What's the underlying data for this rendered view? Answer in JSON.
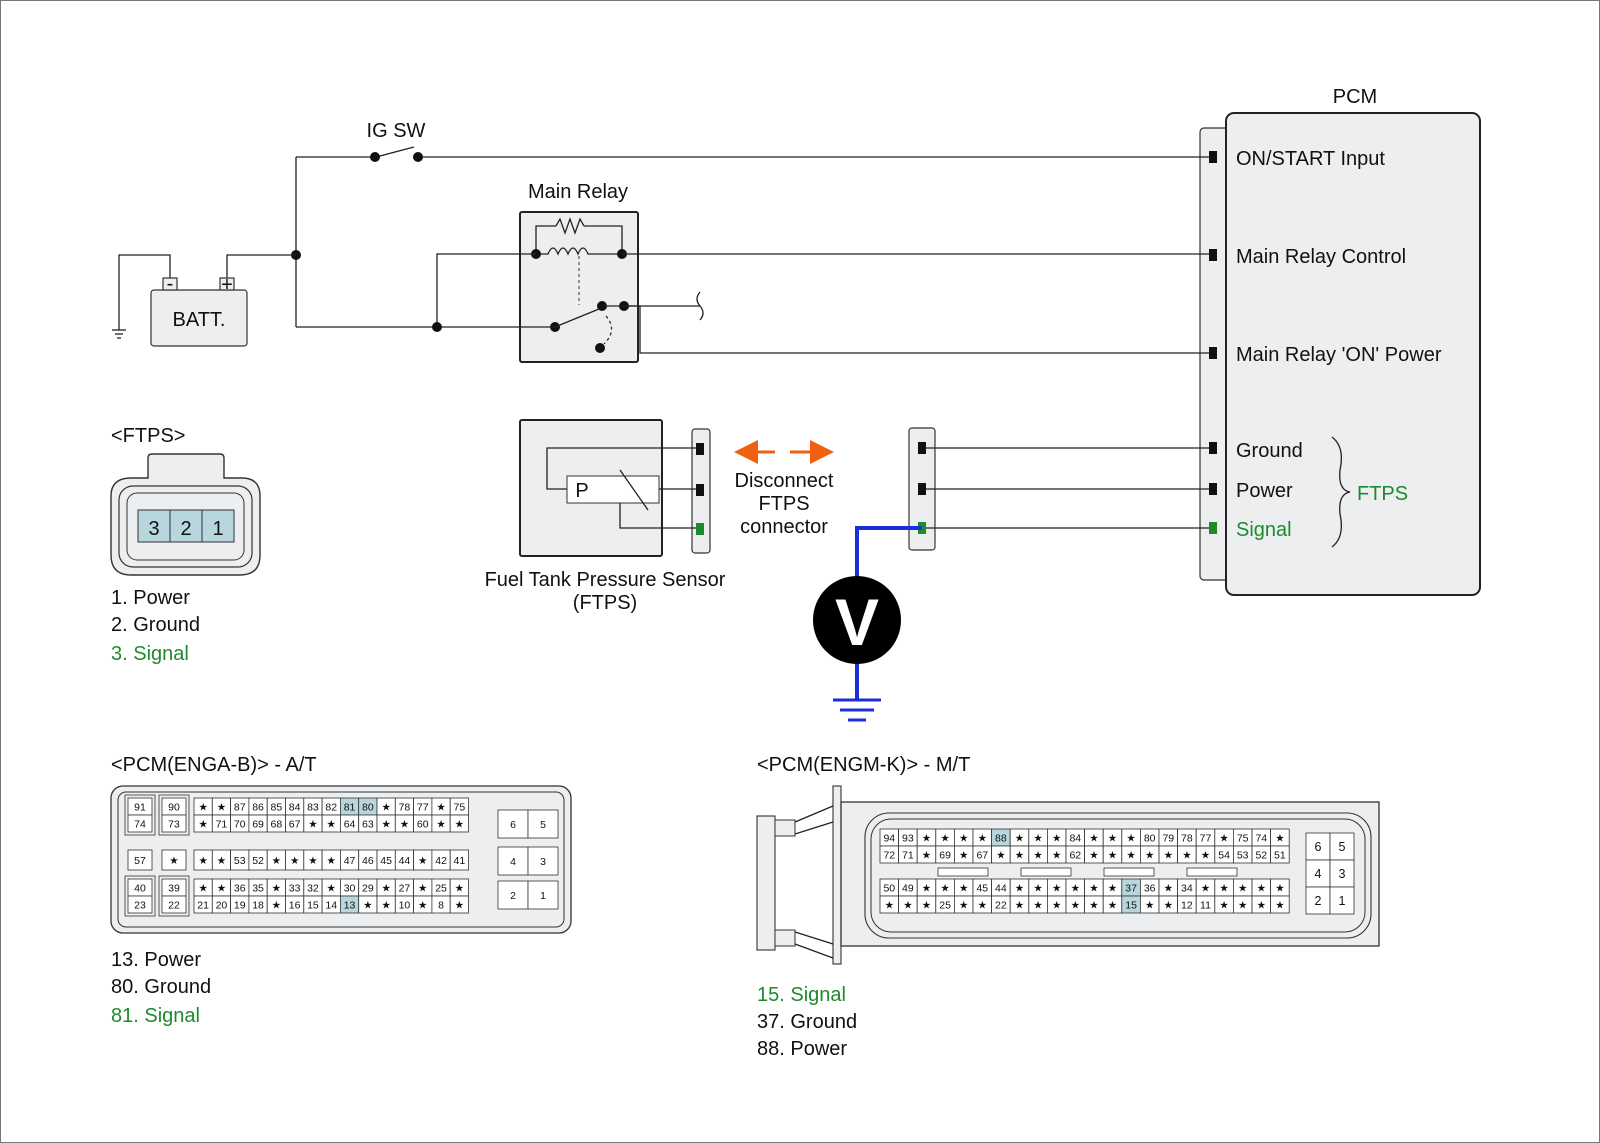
{
  "colors": {
    "signal_green": "#1e8a2e",
    "voltmeter_wire_blue": "#1a2fd6",
    "disconnect_arrow_orange": "#f06010",
    "pin_highlight": "#b8d6de",
    "component_fill": "#eceef0"
  },
  "pcm": {
    "title": "PCM",
    "pins": {
      "on_start": "ON/START Input",
      "main_relay_control": "Main Relay Control",
      "main_relay_on_power": "Main Relay 'ON' Power",
      "ground": "Ground",
      "power": "Power",
      "signal": "Signal"
    },
    "ftps_group": "FTPS"
  },
  "circuit": {
    "ig_sw": "IG SW",
    "main_relay": "Main Relay",
    "batt": "BATT.",
    "batt_minus": "-",
    "batt_plus": "+",
    "disconnect": [
      "Disconnect",
      "FTPS",
      "connector"
    ],
    "sensor_letter": "P",
    "sensor_name": [
      "Fuel Tank Pressure Sensor",
      "(FTPS)"
    ],
    "voltmeter": "V"
  },
  "ftps_connector": {
    "title": "<FTPS>",
    "pins": [
      "3",
      "2",
      "1"
    ],
    "legend": [
      "1. Power",
      "2. Ground",
      "3. Signal"
    ]
  },
  "pcm_at": {
    "title": "<PCM(ENGA-B)> - A/T",
    "blocks": [
      {
        "rows": [
          [
            "91",
            "74"
          ],
          [
            "90",
            "73"
          ]
        ]
      },
      {
        "row1": [
          "★",
          "★",
          "87",
          "86",
          "85",
          "84",
          "83",
          "82",
          "81",
          "80",
          "★",
          "78",
          "77",
          "★",
          "75"
        ],
        "row2": [
          "★",
          "71",
          "70",
          "69",
          "68",
          "67",
          "★",
          "★",
          "64",
          "63",
          "★",
          "★",
          "60",
          "★",
          "★"
        ]
      },
      {
        "side": [
          [
            "6",
            "5"
          ]
        ]
      },
      {
        "single": [
          "57",
          "★"
        ]
      },
      {
        "row": [
          "★",
          "★",
          "53",
          "52",
          "★",
          "★",
          "★",
          "★",
          "47",
          "46",
          "45",
          "44",
          "★",
          "42",
          "41"
        ]
      },
      {
        "side": [
          [
            "4",
            "3"
          ]
        ]
      },
      {
        "rows": [
          [
            "40",
            "23"
          ],
          [
            "39",
            "22"
          ]
        ]
      },
      {
        "row1": [
          "★",
          "★",
          "36",
          "35",
          "★",
          "33",
          "32",
          "★",
          "30",
          "29",
          "★",
          "27",
          "★",
          "25",
          "★"
        ],
        "row2": [
          "21",
          "20",
          "19",
          "18",
          "★",
          "16",
          "15",
          "14",
          "13",
          "★",
          "★",
          "10",
          "★",
          "8",
          "★"
        ]
      },
      {
        "side": [
          [
            "2",
            "1"
          ]
        ]
      }
    ],
    "highlight": [
      "81",
      "80",
      "13"
    ],
    "legend": [
      "13. Power",
      "80. Ground",
      "81. Signal"
    ]
  },
  "pcm_mt": {
    "title": "<PCM(ENGM-K)> - M/T",
    "top_row1": [
      "94",
      "93",
      "★",
      "★",
      "★",
      "★",
      "88",
      "★",
      "★",
      "★",
      "84",
      "★",
      "★",
      "★",
      "80",
      "79",
      "78",
      "77",
      "★",
      "75",
      "74",
      "★"
    ],
    "top_row2": [
      "72",
      "71",
      "★",
      "69",
      "★",
      "67",
      "★",
      "★",
      "★",
      "★",
      "62",
      "★",
      "★",
      "★",
      "★",
      "★",
      "★",
      "★",
      "54",
      "53",
      "52",
      "51"
    ],
    "bot_row1": [
      "50",
      "49",
      "★",
      "★",
      "★",
      "45",
      "44",
      "★",
      "★",
      "★",
      "★",
      "★",
      "★",
      "37",
      "36",
      "★",
      "34",
      "★",
      "★",
      "★",
      "★",
      "★"
    ],
    "bot_row2": [
      "★",
      "★",
      "★",
      "25",
      "★",
      "★",
      "22",
      "★",
      "★",
      "★",
      "★",
      "★",
      "★",
      "15",
      "★",
      "★",
      "12",
      "11",
      "★",
      "★",
      "★",
      "★"
    ],
    "side": [
      [
        "6",
        "5"
      ],
      [
        "4",
        "3"
      ],
      [
        "2",
        "1"
      ]
    ],
    "highlight": [
      "88",
      "37",
      "15"
    ],
    "legend": [
      "15. Signal",
      "37. Ground",
      "88. Power"
    ]
  }
}
